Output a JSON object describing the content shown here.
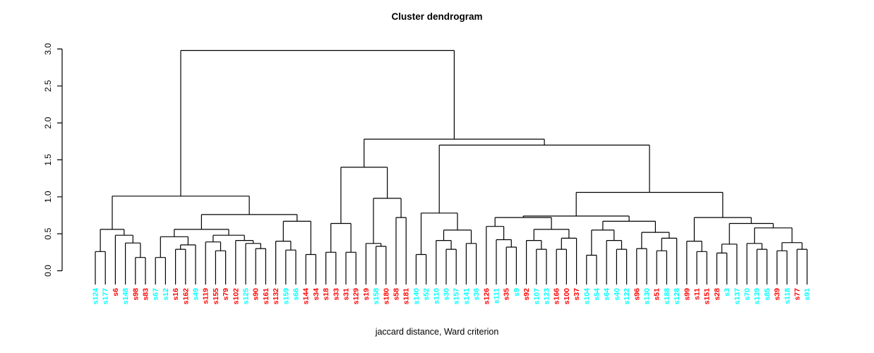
{
  "chart_data": {
    "type": "dendrogram",
    "title": "Cluster dendrogram",
    "subtitle": "jaccard distance, Ward criterion",
    "ylabel": "",
    "xlabel": "",
    "yticks": [
      0.0,
      0.5,
      1.0,
      1.5,
      2.0,
      2.5,
      3.0
    ],
    "ylim": [
      0.0,
      3.0
    ],
    "grid": false,
    "legend": "none",
    "line_color": "#000000",
    "label_colors": {
      "cyan": "#00ffff",
      "red": "#ff0000"
    },
    "leaves": [
      {
        "label": "s124",
        "color": "cyan"
      },
      {
        "label": "s177",
        "color": "cyan"
      },
      {
        "label": "s6",
        "color": "red"
      },
      {
        "label": "s148",
        "color": "cyan"
      },
      {
        "label": "s98",
        "color": "red"
      },
      {
        "label": "s83",
        "color": "red"
      },
      {
        "label": "s67",
        "color": "cyan"
      },
      {
        "label": "s12",
        "color": "cyan"
      },
      {
        "label": "s16",
        "color": "red"
      },
      {
        "label": "s162",
        "color": "red"
      },
      {
        "label": "s49",
        "color": "cyan"
      },
      {
        "label": "s119",
        "color": "red"
      },
      {
        "label": "s155",
        "color": "red"
      },
      {
        "label": "s79",
        "color": "red"
      },
      {
        "label": "s102",
        "color": "red"
      },
      {
        "label": "s125",
        "color": "cyan"
      },
      {
        "label": "s90",
        "color": "red"
      },
      {
        "label": "s161",
        "color": "red"
      },
      {
        "label": "s132",
        "color": "red"
      },
      {
        "label": "s159",
        "color": "cyan"
      },
      {
        "label": "s66",
        "color": "cyan"
      },
      {
        "label": "s144",
        "color": "red"
      },
      {
        "label": "s34",
        "color": "red"
      },
      {
        "label": "s18",
        "color": "red"
      },
      {
        "label": "s33",
        "color": "red"
      },
      {
        "label": "s31",
        "color": "red"
      },
      {
        "label": "s129",
        "color": "red"
      },
      {
        "label": "s19",
        "color": "red"
      },
      {
        "label": "s158",
        "color": "cyan"
      },
      {
        "label": "s180",
        "color": "red"
      },
      {
        "label": "s58",
        "color": "red"
      },
      {
        "label": "s181",
        "color": "red"
      },
      {
        "label": "s140",
        "color": "cyan"
      },
      {
        "label": "s52",
        "color": "cyan"
      },
      {
        "label": "s110",
        "color": "cyan"
      },
      {
        "label": "s30",
        "color": "cyan"
      },
      {
        "label": "s157",
        "color": "cyan"
      },
      {
        "label": "s141",
        "color": "cyan"
      },
      {
        "label": "s36",
        "color": "cyan"
      },
      {
        "label": "s126",
        "color": "red"
      },
      {
        "label": "s111",
        "color": "cyan"
      },
      {
        "label": "s35",
        "color": "red"
      },
      {
        "label": "s9",
        "color": "cyan"
      },
      {
        "label": "s92",
        "color": "red"
      },
      {
        "label": "s107",
        "color": "cyan"
      },
      {
        "label": "s123",
        "color": "cyan"
      },
      {
        "label": "s166",
        "color": "red"
      },
      {
        "label": "s100",
        "color": "red"
      },
      {
        "label": "s37",
        "color": "red"
      },
      {
        "label": "s104",
        "color": "cyan"
      },
      {
        "label": "s54",
        "color": "cyan"
      },
      {
        "label": "s64",
        "color": "cyan"
      },
      {
        "label": "s40",
        "color": "cyan"
      },
      {
        "label": "s122",
        "color": "cyan"
      },
      {
        "label": "s96",
        "color": "red"
      },
      {
        "label": "s130",
        "color": "cyan"
      },
      {
        "label": "s51",
        "color": "red"
      },
      {
        "label": "s188",
        "color": "cyan"
      },
      {
        "label": "s128",
        "color": "cyan"
      },
      {
        "label": "s99",
        "color": "red"
      },
      {
        "label": "s11",
        "color": "red"
      },
      {
        "label": "s151",
        "color": "red"
      },
      {
        "label": "s28",
        "color": "red"
      },
      {
        "label": "s3",
        "color": "cyan"
      },
      {
        "label": "s137",
        "color": "cyan"
      },
      {
        "label": "s70",
        "color": "cyan"
      },
      {
        "label": "s139",
        "color": "cyan"
      },
      {
        "label": "s85",
        "color": "cyan"
      },
      {
        "label": "s39",
        "color": "red"
      },
      {
        "label": "s118",
        "color": "cyan"
      },
      {
        "label": "s77",
        "color": "red"
      },
      {
        "label": "s91",
        "color": "cyan"
      }
    ],
    "tree": {
      "h": 2.98,
      "c": [
        {
          "h": 1.01,
          "c": [
            {
              "h": 0.56,
              "c": [
                {
                  "h": 0.26,
                  "c": [
                    "s124",
                    "s177"
                  ]
                },
                {
                  "h": 0.48,
                  "c": [
                    "s6",
                    {
                      "h": 0.375,
                      "c": [
                        "s148",
                        {
                          "h": 0.18,
                          "c": [
                            "s98",
                            "s83"
                          ]
                        }
                      ]
                    }
                  ]
                }
              ]
            },
            {
              "h": 0.76,
              "c": [
                {
                  "h": 0.56,
                  "c": [
                    {
                      "h": 0.46,
                      "c": [
                        {
                          "h": 0.18,
                          "c": [
                            "s67",
                            "s12"
                          ]
                        },
                        {
                          "h": 0.35,
                          "c": [
                            {
                              "h": 0.29,
                              "c": [
                                "s16",
                                "s162"
                              ]
                            },
                            "s49"
                          ]
                        }
                      ]
                    },
                    {
                      "h": 0.48,
                      "c": [
                        {
                          "h": 0.39,
                          "c": [
                            "s119",
                            {
                              "h": 0.27,
                              "c": [
                                "s155",
                                "s79"
                              ]
                            }
                          ]
                        },
                        {
                          "h": 0.41,
                          "c": [
                            "s102",
                            {
                              "h": 0.37,
                              "c": [
                                "s125",
                                {
                                  "h": 0.3,
                                  "c": [
                                    "s90",
                                    "s161"
                                  ]
                                }
                              ]
                            }
                          ]
                        }
                      ]
                    }
                  ]
                },
                {
                  "h": 0.67,
                  "c": [
                    {
                      "h": 0.4,
                      "c": [
                        "s132",
                        {
                          "h": 0.28,
                          "c": [
                            "s159",
                            "s66"
                          ]
                        }
                      ]
                    },
                    {
                      "h": 0.22,
                      "c": [
                        "s144",
                        "s34"
                      ]
                    }
                  ]
                }
              ]
            }
          ]
        },
        {
          "h": 1.78,
          "c": [
            {
              "h": 1.4,
              "c": [
                {
                  "h": 0.64,
                  "c": [
                    {
                      "h": 0.25,
                      "c": [
                        "s18",
                        "s33"
                      ]
                    },
                    {
                      "h": 0.25,
                      "c": [
                        "s31",
                        "s129"
                      ]
                    }
                  ]
                },
                {
                  "h": 0.98,
                  "c": [
                    {
                      "h": 0.37,
                      "c": [
                        "s19",
                        {
                          "h": 0.33,
                          "c": [
                            "s158",
                            "s180"
                          ]
                        }
                      ]
                    },
                    {
                      "h": 0.72,
                      "c": [
                        "s58",
                        "s181"
                      ]
                    }
                  ]
                }
              ]
            },
            {
              "h": 1.7,
              "c": [
                {
                  "h": 0.78,
                  "c": [
                    {
                      "h": 0.22,
                      "c": [
                        "s140",
                        "s52"
                      ]
                    },
                    {
                      "h": 0.55,
                      "c": [
                        {
                          "h": 0.41,
                          "c": [
                            "s110",
                            {
                              "h": 0.29,
                              "c": [
                                "s30",
                                "s157"
                              ]
                            }
                          ]
                        },
                        {
                          "h": 0.37,
                          "c": [
                            "s141",
                            "s36"
                          ]
                        }
                      ]
                    }
                  ]
                },
                {
                  "h": 1.06,
                  "c": [
                    {
                      "h": 0.74,
                      "c": [
                        {
                          "h": 0.72,
                          "c": [
                            {
                              "h": 0.6,
                              "c": [
                                "s126",
                                {
                                  "h": 0.42,
                                  "c": [
                                    "s111",
                                    {
                                      "h": 0.32,
                                      "c": [
                                        "s35",
                                        "s9"
                                      ]
                                    }
                                  ]
                                }
                              ]
                            },
                            {
                              "h": 0.56,
                              "c": [
                                {
                                  "h": 0.41,
                                  "c": [
                                    "s92",
                                    {
                                      "h": 0.29,
                                      "c": [
                                        "s107",
                                        "s123"
                                      ]
                                    }
                                  ]
                                },
                                {
                                  "h": 0.44,
                                  "c": [
                                    {
                                      "h": 0.29,
                                      "c": [
                                        "s166",
                                        "s100"
                                      ]
                                    },
                                    "s37"
                                  ]
                                }
                              ]
                            }
                          ]
                        },
                        {
                          "h": 0.67,
                          "c": [
                            {
                              "h": 0.55,
                              "c": [
                                {
                                  "h": 0.21,
                                  "c": [
                                    "s104",
                                    "s54"
                                  ]
                                },
                                {
                                  "h": 0.41,
                                  "c": [
                                    "s64",
                                    {
                                      "h": 0.29,
                                      "c": [
                                        "s40",
                                        "s122"
                                      ]
                                    }
                                  ]
                                }
                              ]
                            },
                            {
                              "h": 0.52,
                              "c": [
                                {
                                  "h": 0.3,
                                  "c": [
                                    "s96",
                                    "s130"
                                  ]
                                },
                                {
                                  "h": 0.44,
                                  "c": [
                                    {
                                      "h": 0.27,
                                      "c": [
                                        "s51",
                                        "s188"
                                      ]
                                    },
                                    "s128"
                                  ]
                                }
                              ]
                            }
                          ]
                        }
                      ]
                    },
                    {
                      "h": 0.72,
                      "c": [
                        {
                          "h": 0.4,
                          "c": [
                            "s99",
                            {
                              "h": 0.26,
                              "c": [
                                "s11",
                                "s151"
                              ]
                            }
                          ]
                        },
                        {
                          "h": 0.64,
                          "c": [
                            {
                              "h": 0.36,
                              "c": [
                                {
                                  "h": 0.24,
                                  "c": [
                                    "s28",
                                    "s3"
                                  ]
                                },
                                "s137"
                              ]
                            },
                            {
                              "h": 0.58,
                              "c": [
                                {
                                  "h": 0.37,
                                  "c": [
                                    "s70",
                                    {
                                      "h": 0.29,
                                      "c": [
                                        "s139",
                                        "s85"
                                      ]
                                    }
                                  ]
                                },
                                {
                                  "h": 0.38,
                                  "c": [
                                    {
                                      "h": 0.27,
                                      "c": [
                                        "s39",
                                        "s118"
                                      ]
                                    },
                                    {
                                      "h": 0.29,
                                      "c": [
                                        "s77",
                                        "s91"
                                      ]
                                    }
                                  ]
                                }
                              ]
                            }
                          ]
                        }
                      ]
                    }
                  ]
                }
              ]
            }
          ]
        }
      ]
    }
  }
}
